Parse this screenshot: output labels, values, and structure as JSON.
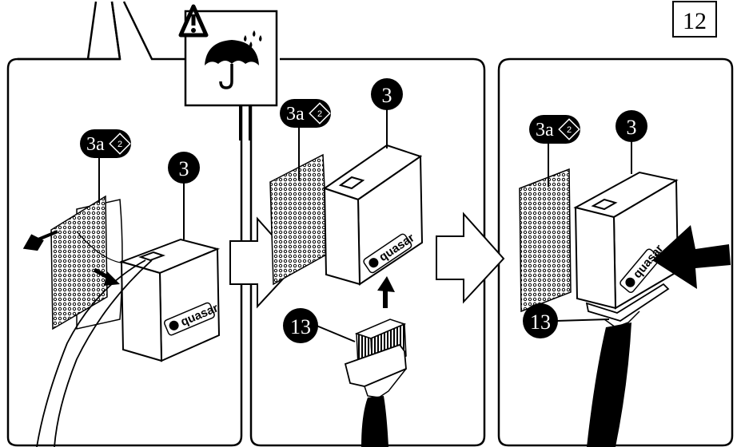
{
  "page_number": "12",
  "callouts": {
    "module": "3",
    "filter": "3a",
    "filter_step": "2",
    "connector": "13"
  },
  "brand": "quasar",
  "icons": {
    "warning": "warning-triangle-icon",
    "rain": "umbrella-rain-icon"
  },
  "panels": [
    {
      "step": "remove-backing-and-apply-filter"
    },
    {
      "step": "attach-filter-and-connect-cable"
    },
    {
      "step": "push-module-onto-connector"
    }
  ]
}
